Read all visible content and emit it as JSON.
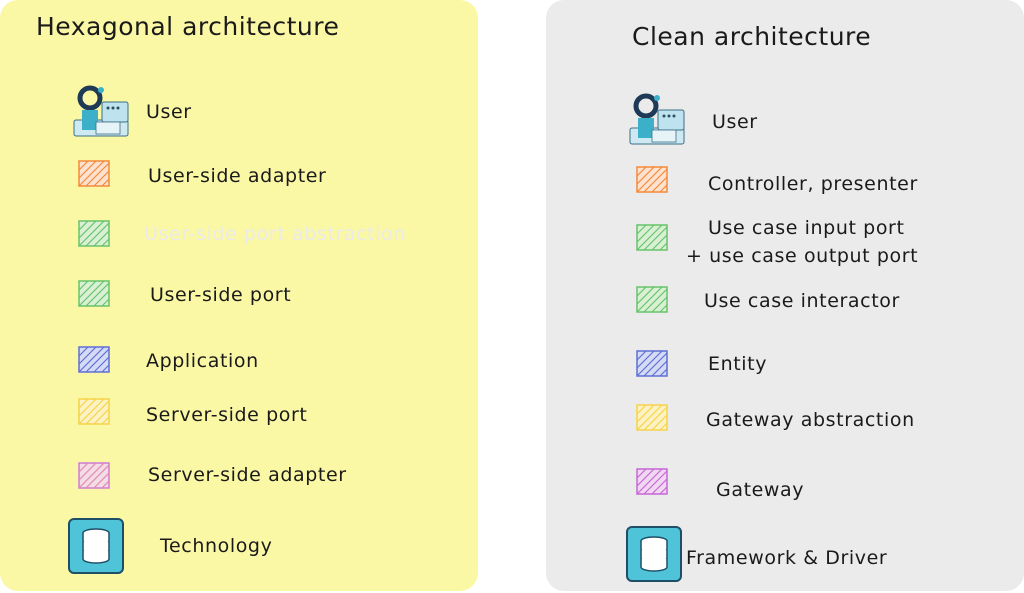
{
  "hexagonal": {
    "title": "Hexagonal architecture",
    "items": [
      {
        "label": "User",
        "icon": "user-computer-icon"
      },
      {
        "label": "User-side adapter",
        "color": "#f5893a"
      },
      {
        "label": "User-side port abstraction",
        "color": "#67c36b"
      },
      {
        "label": "User-side port",
        "color": "#67c36b"
      },
      {
        "label": "Application",
        "color": "#5f6fd6"
      },
      {
        "label": "Server-side port",
        "color": "#f7d24a"
      },
      {
        "label": "Server-side adapter",
        "color": "#d07bd6"
      },
      {
        "label": "Technology",
        "icon": "database-icon"
      }
    ]
  },
  "clean": {
    "title": "Clean architecture",
    "items": [
      {
        "label": "User",
        "icon": "user-computer-icon"
      },
      {
        "label": "Controller, presenter",
        "color": "#f5893a"
      },
      {
        "label_line1": "Use case input port",
        "label_line2": "+ use case output port",
        "color": "#67c36b"
      },
      {
        "label": "Use case interactor",
        "color": "#67c36b"
      },
      {
        "label": "Entity",
        "color": "#5f6fd6"
      },
      {
        "label": "Gateway abstraction",
        "color": "#f7d24a"
      },
      {
        "label": "Gateway",
        "color": "#c667d6"
      },
      {
        "label": "Framework & Driver",
        "icon": "database-icon"
      }
    ]
  },
  "colors": {
    "left_panel_bg": "#fbf8a5",
    "right_panel_bg": "#ebebeb",
    "db_icon_fill": "#4fc3d8"
  }
}
